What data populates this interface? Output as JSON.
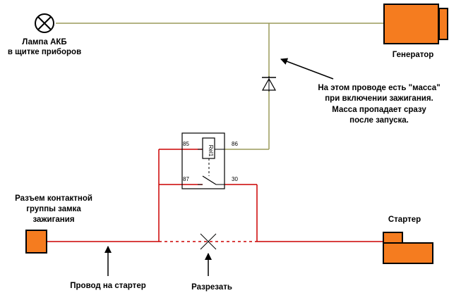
{
  "labels": {
    "lamp_line1": "Лампа АКБ",
    "lamp_line2": "в щитке приборов",
    "generator": "Генератор",
    "note_line1": "На этом проводе есть \"масса\"",
    "note_line2": "при включении зажигания.",
    "note_line3": "Масса пропадает сразу",
    "note_line4": "после запуска.",
    "ignition_line1": "Разъем контактной",
    "ignition_line2": "группы замка",
    "ignition_line3": "зажигания",
    "starter": "Стартер",
    "starter_wire": "Провод на стартер",
    "cut": "Разрезать"
  },
  "relay": {
    "name": "Rel1",
    "pin_85": "85",
    "pin_86": "86",
    "pin_87": "87",
    "pin_30": "30"
  },
  "colors": {
    "olive_wire": "#9a9a5a",
    "red_wire": "#cc0000",
    "component_fill": "#f57c1f",
    "component_stroke": "#000000"
  }
}
